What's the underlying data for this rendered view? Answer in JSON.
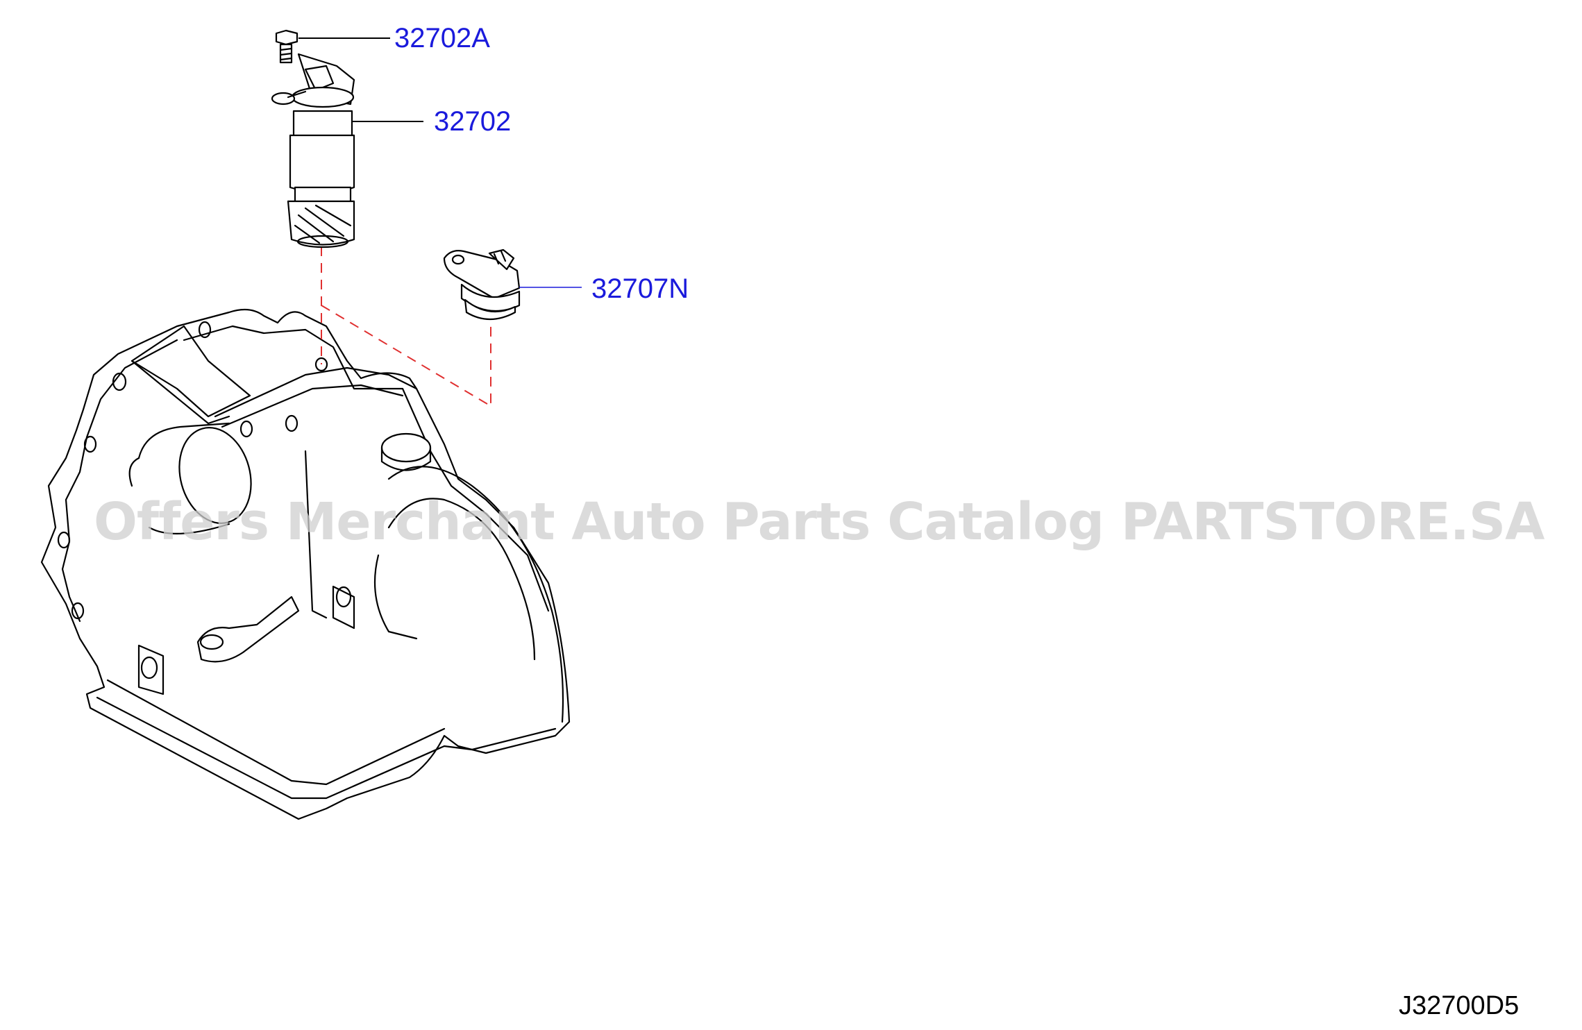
{
  "callouts": [
    {
      "part": "32702A"
    },
    {
      "part": "32702"
    },
    {
      "part": "32707N"
    }
  ],
  "diagram_code": "J32700D5",
  "watermark": "Offers Merchant Auto Parts Catalog PARTSTORE.SA",
  "colors": {
    "callout_text": "#1a1adc",
    "dashed_guide": "#e03030",
    "line_art": "#000000",
    "watermark": "#cfcfcf"
  }
}
